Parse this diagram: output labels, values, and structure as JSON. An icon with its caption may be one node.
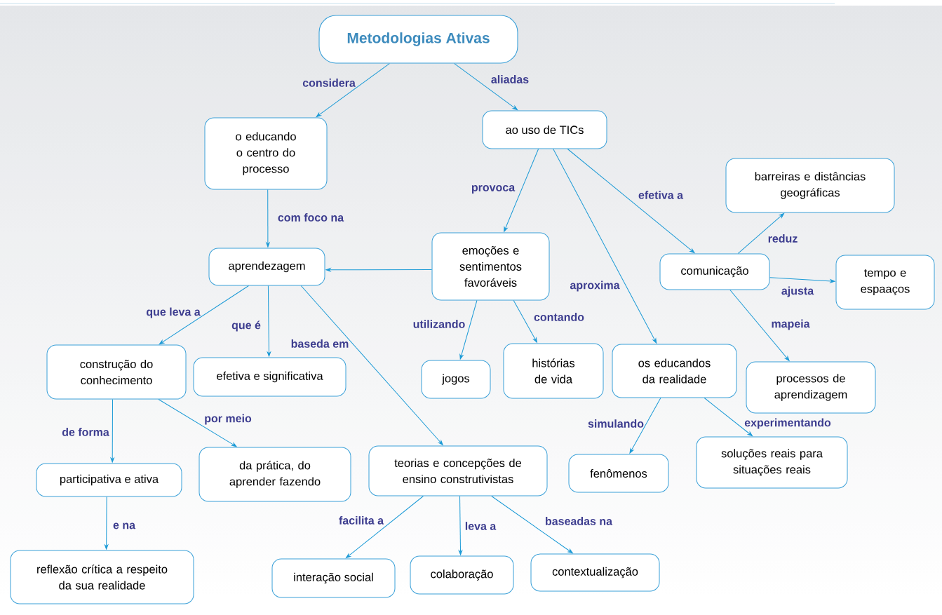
{
  "diagram": {
    "nodes": [
      {
        "text": [
          "Metodologias Ativas"
        ]
      },
      {
        "text": [
          "o educando o centro do processo"
        ]
      },
      {
        "text": [
          "ao uso de TICs"
        ]
      },
      {
        "text": [
          "barreiras e distâncias geográficas"
        ]
      },
      {
        "text": [
          "aprendezagem"
        ]
      },
      {
        "text": [
          "emoções e sentimentos favoráveis"
        ]
      },
      {
        "text": [
          "comunicação"
        ]
      },
      {
        "text": [
          "tempo e espaaços"
        ]
      },
      {
        "text": [
          "construção do conhecimento"
        ]
      },
      {
        "text": [
          "efetiva e significativa"
        ]
      },
      {
        "text": [
          "jogos"
        ]
      },
      {
        "text": [
          "histórias de vida"
        ]
      },
      {
        "text": [
          "os educandos da realidade"
        ]
      },
      {
        "text": [
          "processos de aprendizagem"
        ]
      },
      {
        "text": [
          "participativa e ativa"
        ]
      },
      {
        "text": [
          "da prática, do aprender fazendo"
        ]
      },
      {
        "text": [
          "teorias e concepções de ensino construtivistas"
        ]
      },
      {
        "text": [
          "fenômenos"
        ]
      },
      {
        "text": [
          "soluções reais para situações reais"
        ]
      },
      {
        "text": [
          "reflexão crítica a respeito da sua realidade"
        ]
      },
      {
        "text": [
          "interação social"
        ]
      },
      {
        "text": [
          "colaboração"
        ]
      },
      {
        "text": [
          "contextualização"
        ]
      }
    ],
    "edges": [
      {
        "from": 0,
        "to": 1,
        "arrow": "to",
        "label": "considera"
      },
      {
        "from": 0,
        "to": 2,
        "arrow": "to",
        "label": "aliadas"
      },
      {
        "from": 1,
        "to": 4,
        "arrow": "to",
        "label": "com foco na"
      },
      {
        "from": 2,
        "to": 5,
        "arrow": "to",
        "label": "provoca"
      },
      {
        "from": 2,
        "to": 12,
        "arrow": "to",
        "label": "aproxima"
      },
      {
        "from": 2,
        "to": 6,
        "arrow": "to",
        "label": "efetiva a"
      },
      {
        "from": 6,
        "to": 3,
        "arrow": "to",
        "label": "reduz"
      },
      {
        "from": 6,
        "to": 7,
        "arrow": "to",
        "label": "ajusta"
      },
      {
        "from": 6,
        "to": 13,
        "arrow": "to",
        "label": "mapeia"
      },
      {
        "from": 5,
        "to": 4,
        "arrow": "to"
      },
      {
        "from": 4,
        "to": 8,
        "arrow": "to",
        "label": "que leva a"
      },
      {
        "from": 4,
        "to": 9,
        "arrow": "to",
        "label": "que é"
      },
      {
        "from": 4,
        "to": 16,
        "arrow": "to",
        "label": "baseda em"
      },
      {
        "from": 5,
        "to": 10,
        "arrow": "to",
        "label": "utilizando"
      },
      {
        "from": 5,
        "to": 11,
        "arrow": "to",
        "label": "contando"
      },
      {
        "from": 12,
        "to": 17,
        "arrow": "to",
        "label": "simulando"
      },
      {
        "from": 12,
        "to": 18,
        "arrow": "to",
        "label": "experimentando"
      },
      {
        "from": 8,
        "to": 14,
        "arrow": "to",
        "label": "de forma"
      },
      {
        "from": 8,
        "to": 15,
        "arrow": "to",
        "label": "por meio"
      },
      {
        "from": 14,
        "to": 19,
        "arrow": "to",
        "label": "e na"
      },
      {
        "from": 16,
        "to": 20,
        "arrow": "to",
        "label": "facilita a"
      },
      {
        "from": 16,
        "to": 21,
        "arrow": "to",
        "label": "leva a"
      },
      {
        "from": 16,
        "to": 22,
        "arrow": "to",
        "label": "baseadas na"
      }
    ]
  }
}
